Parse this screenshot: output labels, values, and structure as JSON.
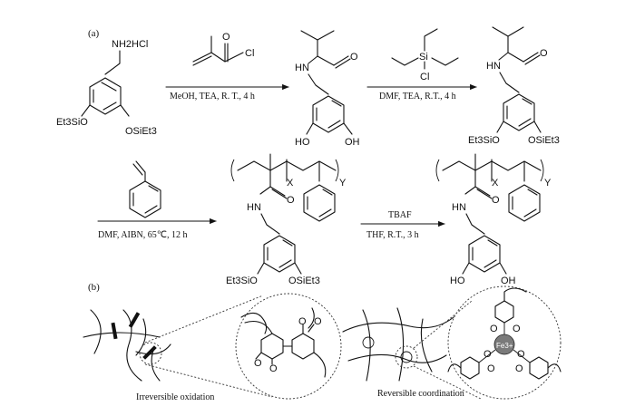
{
  "panel_labels": {
    "a": "(a)",
    "b": "(b)"
  },
  "reagents": {
    "amine_salt": "NH2HCl",
    "acyl_chloride_cl": "Cl",
    "silyl_chloride_cl": "Cl",
    "silyl_chloride_si": "Si",
    "silyl_ether": "Et3SiO",
    "silyl_ether_right": "OSiEt3",
    "hydroxyl_left": "HO",
    "hydroxyl_right": "OH",
    "amide_nh": "HN",
    "amide_o": "O",
    "ketone_o": "O",
    "repeat_x": "X",
    "repeat_y": "Y",
    "fe_label": "Fe3+"
  },
  "conditions": {
    "step1": "MeOH, TEA, R. T., 4 h",
    "step2": "DMF, TEA, R.T., 4 h",
    "step3": "DMF, AIBN, 65℃, 12 h",
    "step4_top": "TBAF",
    "step4_bottom": "THF, R.T., 3 h"
  },
  "captions": {
    "left": "Irreversible oxidation",
    "right": "Reversible coordination"
  }
}
